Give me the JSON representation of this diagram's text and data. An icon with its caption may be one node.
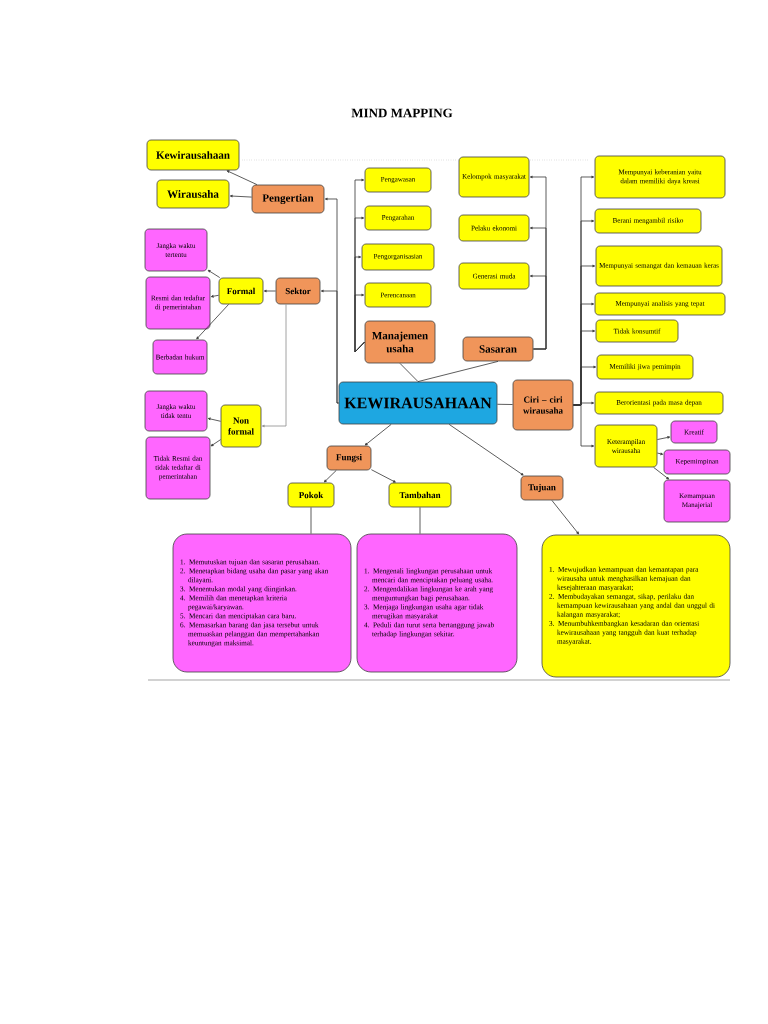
{
  "diagram": {
    "title": "MIND MAPPING",
    "nodes": [
      {
        "text": [
          "Kewirausahaan"
        ]
      },
      {
        "text": [
          "Wirausaha"
        ]
      },
      {
        "text": [
          "Pengertian"
        ]
      },
      {
        "text": [
          "Jangka waktu tertentu"
        ]
      },
      {
        "text": [
          "Resmi dan tedaftar di pemerintahan"
        ]
      },
      {
        "text": [
          "Berbadan hukum"
        ]
      },
      {
        "text": [
          "Formal"
        ]
      },
      {
        "text": [
          "Sektor"
        ]
      },
      {
        "text": [
          "Jangka waktu tidak tentu"
        ]
      },
      {
        "text": [
          "Tidak Resmi dan tidak tedaftar di pemerintahan"
        ]
      },
      {
        "text": [
          "Non formal"
        ]
      },
      {
        "text": [
          "Pengawasan"
        ]
      },
      {
        "text": [
          "Pengarahan"
        ]
      },
      {
        "text": [
          "Pengorganisasian"
        ]
      },
      {
        "text": [
          "Perencanaan"
        ]
      },
      {
        "text": [
          "Manajemen usaha"
        ]
      },
      {
        "text": [
          "Kelompok masyarakat"
        ]
      },
      {
        "text": [
          "Pelaku ekonomi"
        ]
      },
      {
        "text": [
          "Generasi muda"
        ]
      },
      {
        "text": [
          "Sasaran"
        ]
      },
      {
        "text": [
          "KEWIRAUSAHAAN"
        ]
      },
      {
        "text": [
          "Ciri – ciri wirausaha"
        ]
      },
      {
        "text": [
          "Mempunyai keberanian yaitu dalam memiliki daya kreasi"
        ]
      },
      {
        "text": [
          "Berani mengambil risiko"
        ]
      },
      {
        "text": [
          "Mempunyai semangat dan kemauan keras"
        ]
      },
      {
        "text": [
          "Mempunyai analisis yang tepat"
        ]
      },
      {
        "text": [
          "Tidak konsumtif"
        ]
      },
      {
        "text": [
          "Memiliki jiwa pemimpin"
        ]
      },
      {
        "text": [
          "Berorientasi pada masa depan"
        ]
      },
      {
        "text": [
          "Keterampilan wirausaha"
        ]
      },
      {
        "text": [
          "Kreatif"
        ]
      },
      {
        "text": [
          "Kepemimpinan"
        ]
      },
      {
        "text": [
          "Kemampuan Manajerial"
        ]
      },
      {
        "text": [
          "Fungsi"
        ]
      },
      {
        "text": [
          "Pokok"
        ]
      },
      {
        "text": [
          "Tambahan"
        ]
      },
      {
        "text": [
          "Tujuan"
        ]
      },
      {
        "text": [
          "1. Memutuskan tujuan dan sasaran perusahaan.",
          "2. Menetapkan bidang usaha dan pasar yang akan dilayani.",
          "3. Menentukan modal yang diinginkan.",
          "4. Memilih dan menetapkan kriteria pegawai/karyawan.",
          "5. Mencari dan menciptakan cara baru.",
          "6. Memasarkan barang dan jasa tersebut untuk memuaskan pelanggan dan mempertahankan keuntungan maksimal."
        ]
      },
      {
        "text": [
          "1. Mengenali lingkungan perusahaan untuk mencari dan menciptakan peluang usaha.",
          "2. Mengendalikan lingkungan ke arah yang menguntungkan bagi perusahaan.",
          "3. Menjaga lingkungan usaha agar tidak merugikan masyarakat",
          "4. Peduli dan turut serta bertanggung jawab terhadap lingkungan sekitar."
        ]
      },
      {
        "text": [
          "1. Mewujudkan kemampuan dan kemantapan para wirausaha untuk menghasilkan kemajuan dan kesejahteraan masyarakat;",
          "2. Membudayakan semangat, sikap, perilaku dan kemampuan kewirausahaan yang andal dan unggul di kalangan masyarakat;",
          "3. Menumbuhkembangkan kesadaran dan orientasi kewirausahaan yang tangguh dan kuat terhadap masyarakat."
        ]
      }
    ],
    "edges": [
      {
        "from": 2,
        "to": 0,
        "arrow": "to"
      },
      {
        "from": 2,
        "to": 1,
        "arrow": "to"
      },
      {
        "from": 20,
        "to": 2,
        "arrow": "to"
      },
      {
        "from": 20,
        "to": 7,
        "arrow": "to"
      },
      {
        "from": 7,
        "to": 6,
        "arrow": "to"
      },
      {
        "from": 7,
        "to": 10,
        "arrow": "to"
      },
      {
        "from": 6,
        "to": 3,
        "arrow": "to"
      },
      {
        "from": 6,
        "to": 4,
        "arrow": "to"
      },
      {
        "from": 6,
        "to": 5,
        "arrow": "to"
      },
      {
        "from": 10,
        "to": 8,
        "arrow": "to"
      },
      {
        "from": 10,
        "to": 9,
        "arrow": "to"
      },
      {
        "from": 20,
        "to": 15,
        "arrow": "none"
      },
      {
        "from": 15,
        "to": 11,
        "arrow": "to"
      },
      {
        "from": 15,
        "to": 12,
        "arrow": "to"
      },
      {
        "from": 15,
        "to": 13,
        "arrow": "to"
      },
      {
        "from": 15,
        "to": 14,
        "arrow": "to"
      },
      {
        "from": 20,
        "to": 19,
        "arrow": "none"
      },
      {
        "from": 19,
        "to": 16,
        "arrow": "to"
      },
      {
        "from": 19,
        "to": 17,
        "arrow": "to"
      },
      {
        "from": 19,
        "to": 18,
        "arrow": "to"
      },
      {
        "from": 20,
        "to": 21,
        "arrow": "none"
      },
      {
        "from": 21,
        "to": 22,
        "arrow": "to"
      },
      {
        "from": 21,
        "to": 23,
        "arrow": "to"
      },
      {
        "from": 21,
        "to": 24,
        "arrow": "to"
      },
      {
        "from": 21,
        "to": 25,
        "arrow": "to"
      },
      {
        "from": 21,
        "to": 26,
        "arrow": "to"
      },
      {
        "from": 21,
        "to": 27,
        "arrow": "to"
      },
      {
        "from": 21,
        "to": 28,
        "arrow": "to"
      },
      {
        "from": 21,
        "to": 29,
        "arrow": "to"
      },
      {
        "from": 29,
        "to": 30,
        "arrow": "to"
      },
      {
        "from": 29,
        "to": 31,
        "arrow": "to"
      },
      {
        "from": 29,
        "to": 32,
        "arrow": "to"
      },
      {
        "from": 20,
        "to": 33,
        "arrow": "to"
      },
      {
        "from": 20,
        "to": 36,
        "arrow": "to"
      },
      {
        "from": 33,
        "to": 34,
        "arrow": "to"
      },
      {
        "from": 33,
        "to": 35,
        "arrow": "to"
      },
      {
        "from": 34,
        "to": 37,
        "arrow": "none"
      },
      {
        "from": 35,
        "to": 38,
        "arrow": "none"
      },
      {
        "from": 36,
        "to": 39,
        "arrow": "to"
      }
    ]
  }
}
